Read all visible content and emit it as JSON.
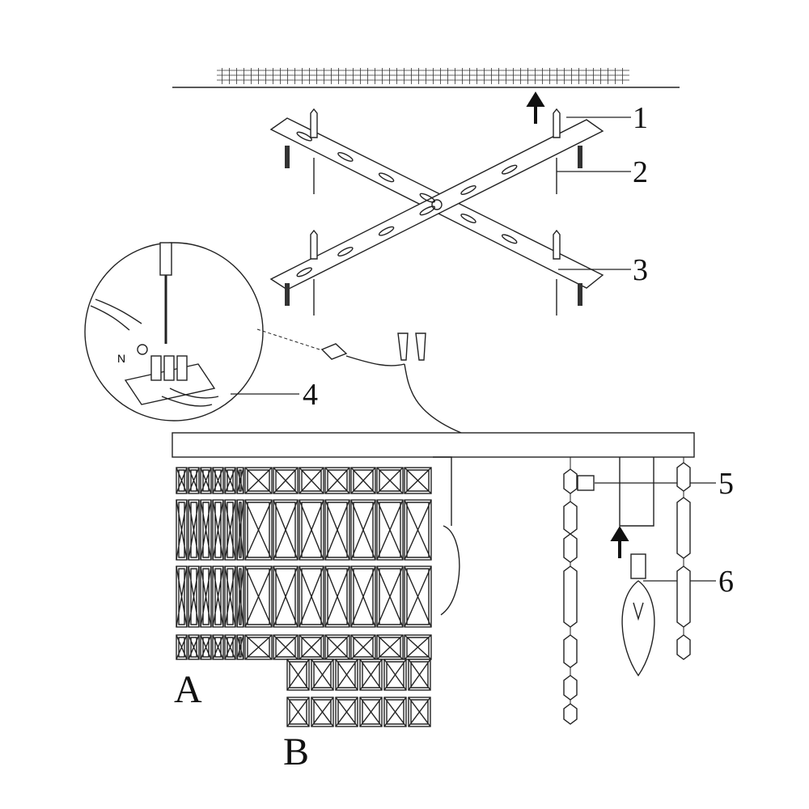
{
  "callouts": {
    "1": "1",
    "2": "2",
    "3": "3",
    "4": "4",
    "5": "5",
    "6": "6"
  },
  "sections": {
    "a": "A",
    "b": "B"
  },
  "inset": {
    "neutral_mark": "N"
  },
  "colors": {
    "line": "#222222",
    "background": "#ffffff"
  }
}
